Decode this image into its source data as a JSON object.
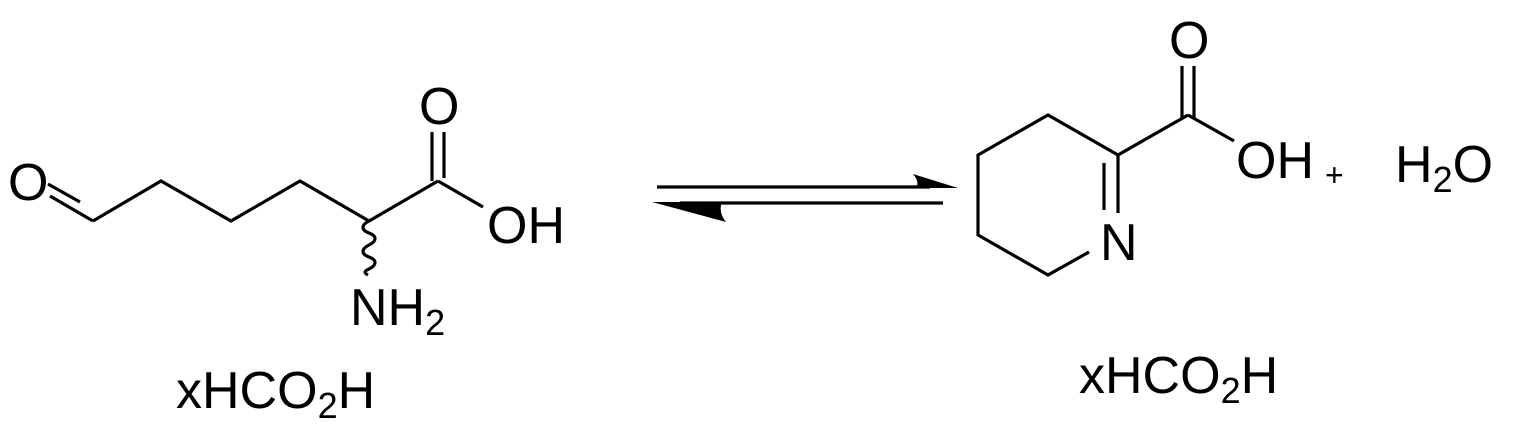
{
  "diagram": {
    "type": "chemical-reaction-scheme",
    "reaction_arrow": "equilibrium",
    "reactant": {
      "name": "2-amino-6-oxohexanoic acid (allysine)",
      "atoms": {
        "aldehyde_O": "O",
        "carbonyl_O": "O",
        "hydroxyl": "OH",
        "amine": "NH",
        "amine_sub": "2"
      },
      "salt_label": {
        "prefix": "xHCO",
        "sub": "2",
        "suffix": "H"
      }
    },
    "product": {
      "name": "3,4,5,6-tetrahydropyridine-2-carboxylic acid",
      "atoms": {
        "ring_N": "N",
        "carbonyl_O": "O",
        "hydroxyl": "OH"
      },
      "salt_label": {
        "prefix": "xHCO",
        "sub": "2",
        "suffix": "H"
      }
    },
    "plus_sign": "+",
    "byproduct": {
      "prefix": "H",
      "sub": "2",
      "suffix": "O"
    }
  }
}
